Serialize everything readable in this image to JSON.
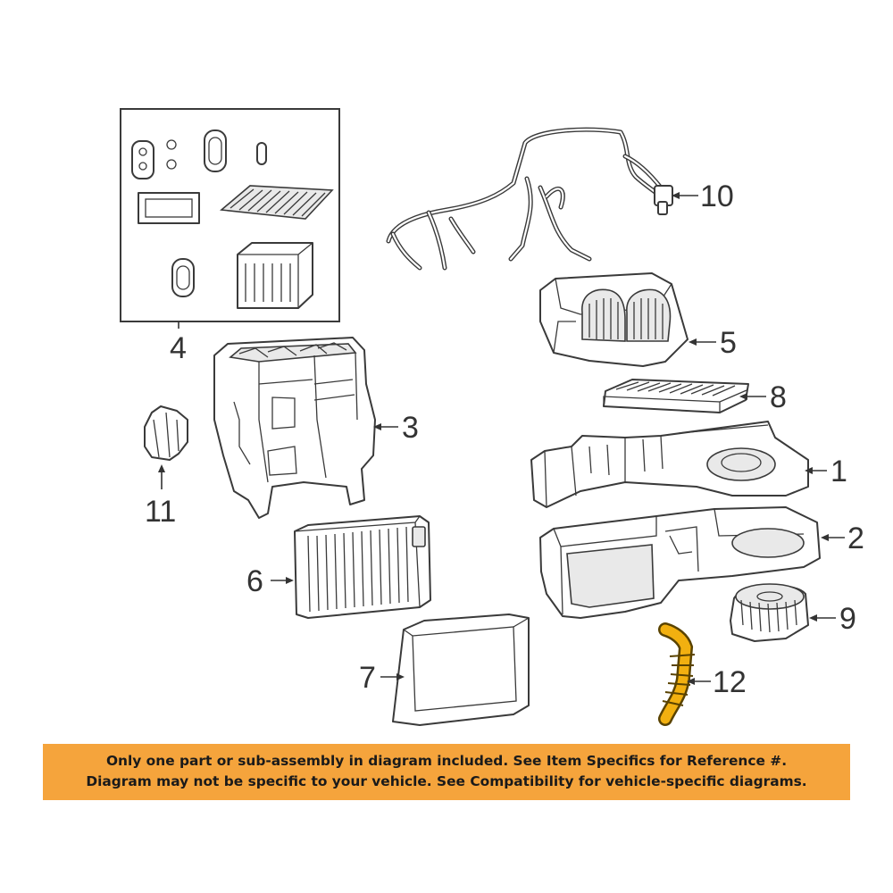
{
  "callouts": {
    "c1": "1",
    "c2": "2",
    "c3": "3",
    "c4": "4",
    "c5": "5",
    "c6": "6",
    "c7": "7",
    "c8": "8",
    "c9": "9",
    "c10": "10",
    "c11": "11",
    "c12": "12"
  },
  "notice": {
    "line1": "Only one part or sub-assembly in diagram included. See Item Specifics for Reference #.",
    "line2": "Diagram may not be specific to your vehicle. See Compatibility for vehicle-specific diagrams."
  },
  "colors": {
    "notice_background": "#f5a43c",
    "highlighted_part": "#f2b010",
    "line_art": "#3a3a3a"
  }
}
